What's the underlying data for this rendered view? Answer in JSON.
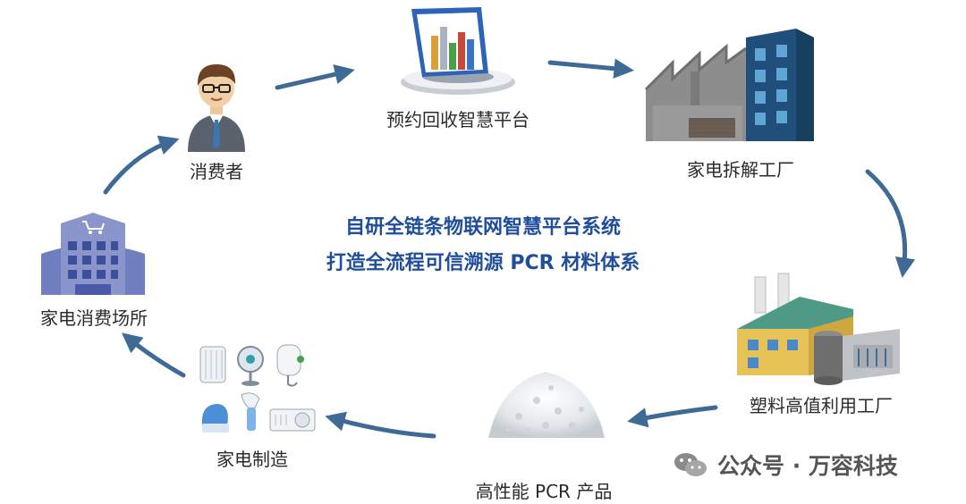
{
  "center": {
    "line1": "自研全链条物联网智慧平台系统",
    "line2": "打造全流程可信溯源 PCR 材料体系"
  },
  "nodes": {
    "platform": "预约回收智慧平台",
    "dismantle": "家电拆解工厂",
    "plastic": "塑料高值利用工厂",
    "pcr": "高性能 PCR 产品",
    "manufacture": "家电制造",
    "store": "家电消费场所",
    "consumer": "消费者"
  },
  "watermark": "公众号 · 万容科技",
  "colors": {
    "arrow": "#3f6a95",
    "title": "#1f4e9a"
  }
}
